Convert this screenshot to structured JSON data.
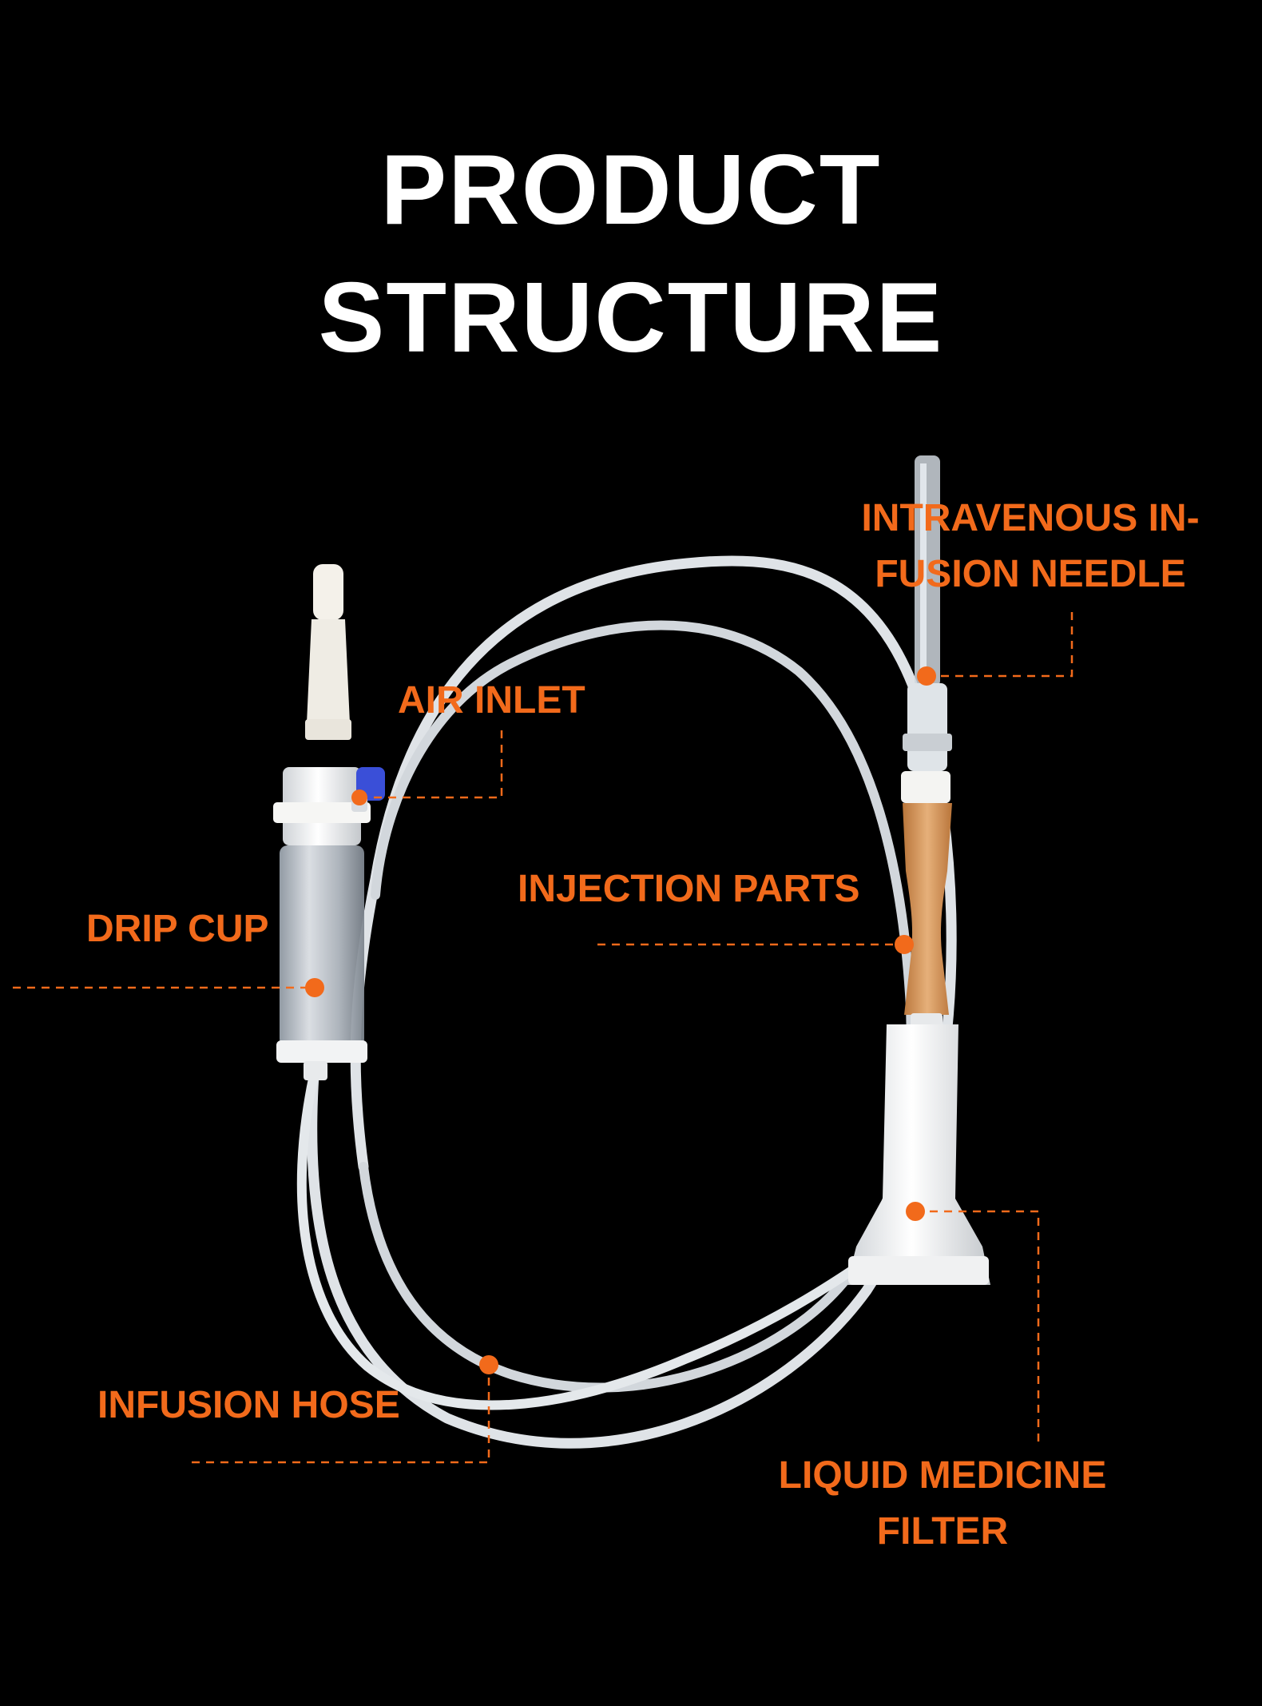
{
  "title": {
    "line1": "PRODUCT",
    "line2": "STRUCTURE"
  },
  "labels": {
    "needle_line1": "INTRAVENOUS IN-",
    "needle_line2": "FUSION NEEDLE",
    "air_inlet": "AIR INLET",
    "injection_parts": "INJECTION PARTS",
    "drip_cup": "DRIP CUP",
    "infusion_hose": "INFUSION HOSE",
    "filter_line1": "LIQUID MEDICINE",
    "filter_line2": "FILTER"
  },
  "colors": {
    "background": "#000000",
    "title": "#ffffff",
    "accent": "#f26a1b",
    "tube": "#e8ebee",
    "vent_cap": "#3a4fd8",
    "injection_site": "#d89a5c"
  }
}
